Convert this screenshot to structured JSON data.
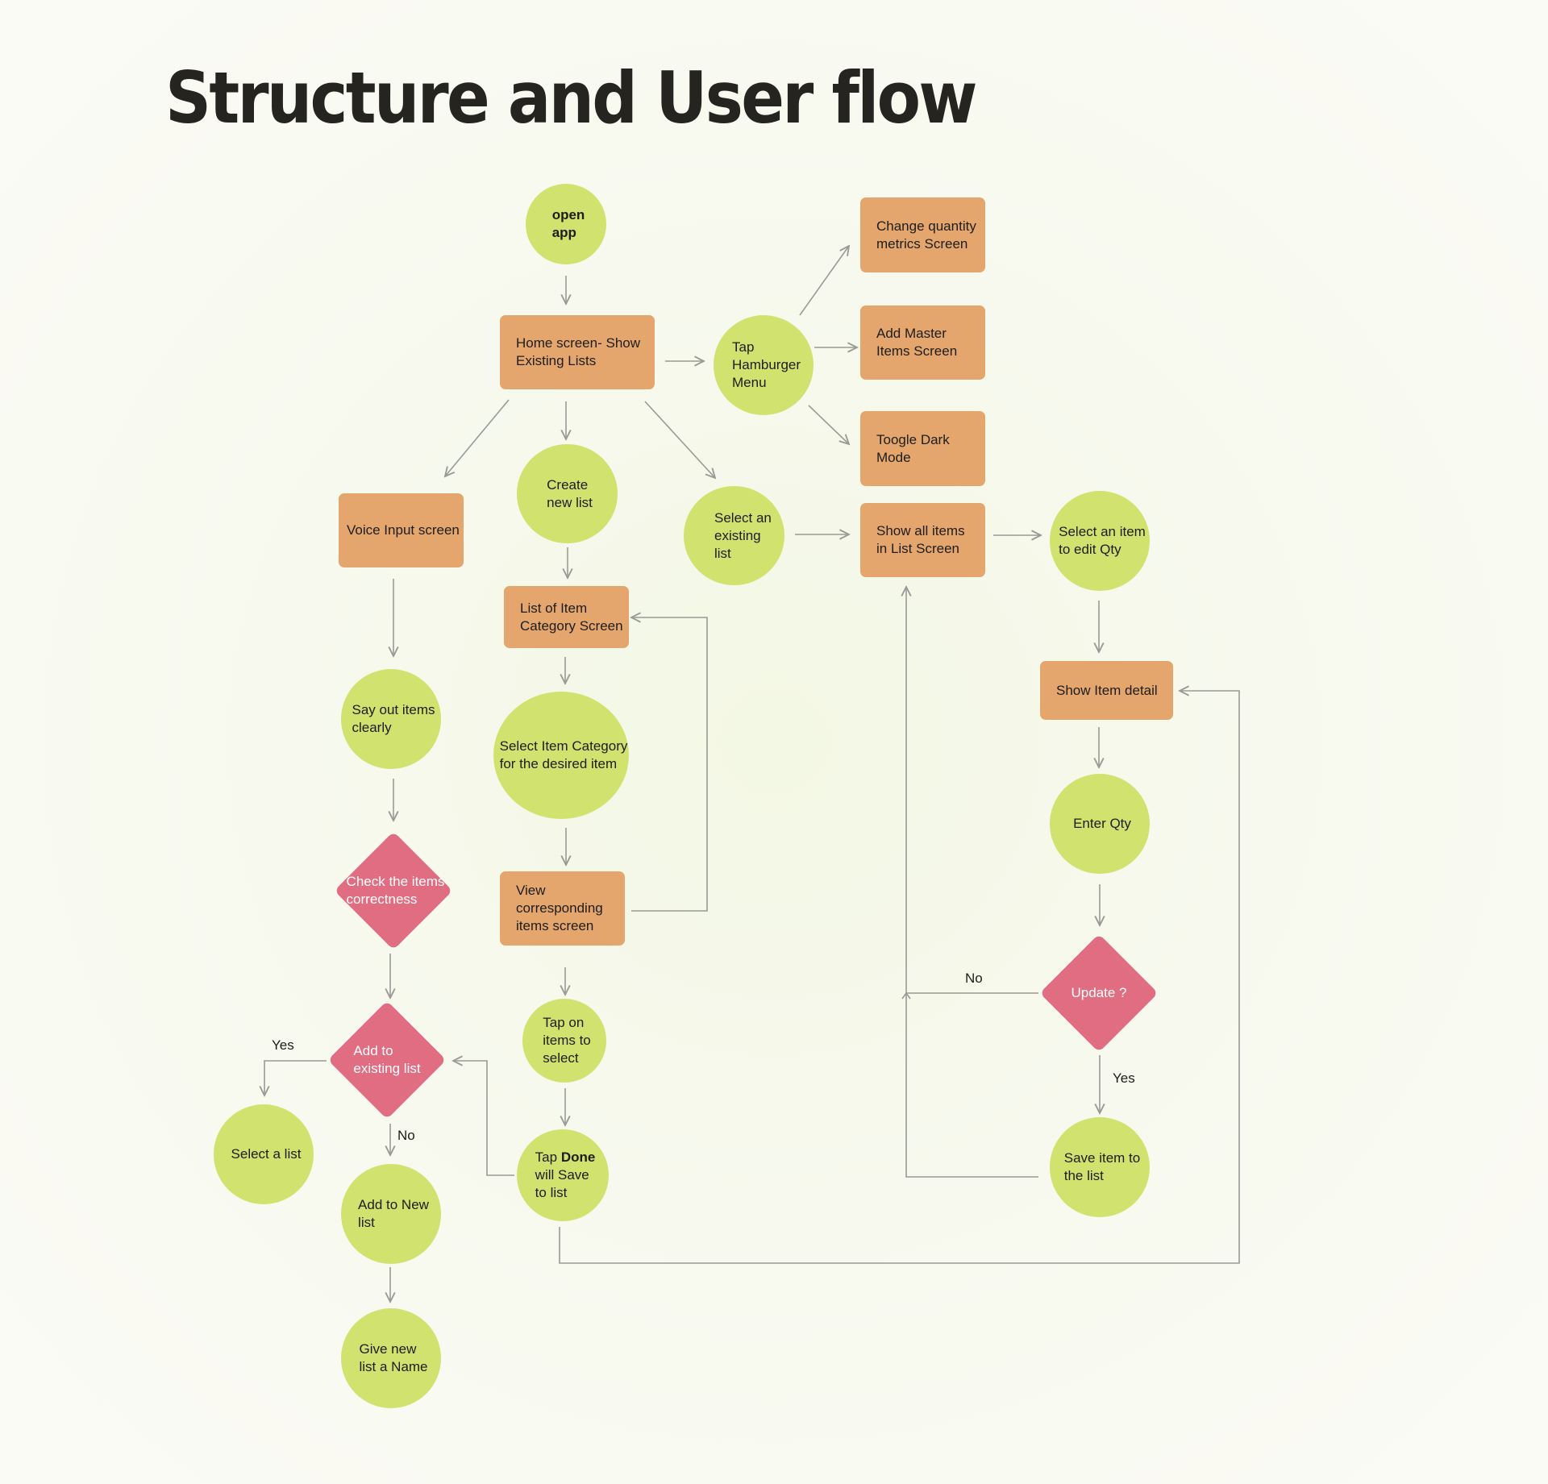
{
  "title": "Structure and User flow",
  "colors": {
    "screen": "#e4a66c",
    "action": "#d2e26f",
    "decision": "#e16d82",
    "connector": "#9a9a96",
    "text": "#1d1d1b"
  },
  "nodes": {
    "open_app": {
      "type": "action",
      "label": "open\napp"
    },
    "home_screen": {
      "type": "screen",
      "label": "Home screen- Show\nExisting Lists"
    },
    "tap_hamburger": {
      "type": "action",
      "label": "Tap\nHamburger\nMenu"
    },
    "change_qty_metrics": {
      "type": "screen",
      "label": "Change quantity\nmetrics Screen"
    },
    "add_master_items": {
      "type": "screen",
      "label": "Add Master\nItems Screen"
    },
    "toggle_dark_mode": {
      "type": "screen",
      "label": "Toogle Dark\nMode"
    },
    "voice_input": {
      "type": "screen",
      "label": "Voice Input screen"
    },
    "create_new_list": {
      "type": "action",
      "label": "Create\nnew list"
    },
    "select_existing_list": {
      "type": "action",
      "label": "Select  an\nexisting\nlist"
    },
    "show_all_items": {
      "type": "screen",
      "label": "Show all items\nin List Screen"
    },
    "select_item_edit_qty": {
      "type": "action",
      "label": "Select an item\nto edit Qty"
    },
    "list_item_category": {
      "type": "screen",
      "label": "List of Item\nCategory Screen"
    },
    "say_out_items": {
      "type": "action",
      "label": "Say out items\nclearly"
    },
    "select_item_category": {
      "type": "action",
      "label": "Select Item Category\nfor the desired item"
    },
    "show_item_detail": {
      "type": "screen",
      "label": "Show Item detail"
    },
    "enter_qty": {
      "type": "action",
      "label": "Enter Qty"
    },
    "check_correctness": {
      "type": "decision",
      "label": "Check the items\ncorrectness"
    },
    "view_corresponding": {
      "type": "screen",
      "label": "View\ncorresponding\nitems screen"
    },
    "update": {
      "type": "decision",
      "label": "Update ?"
    },
    "add_existing_list": {
      "type": "decision",
      "label": "Add to\nexisting list"
    },
    "tap_items_select": {
      "type": "action",
      "label": "Tap on\nitems to\nselect"
    },
    "select_a_list": {
      "type": "action",
      "label": "Select a list"
    },
    "tap_done": {
      "type": "action",
      "label_pre": "Tap ",
      "label_bold": "Done",
      "label_post": "\nwill Save\nto list"
    },
    "save_item": {
      "type": "action",
      "label": "Save item to\nthe list"
    },
    "add_new_list": {
      "type": "action",
      "label": "Add to New\nlist"
    },
    "give_name": {
      "type": "action",
      "label": "Give new\nlist a Name"
    }
  },
  "edge_labels": {
    "yes_select_list": "Yes",
    "no_new_list": "No",
    "no_update": "No",
    "yes_update": "Yes"
  },
  "edges": [
    [
      "open_app",
      "home_screen"
    ],
    [
      "home_screen",
      "tap_hamburger"
    ],
    [
      "tap_hamburger",
      "change_qty_metrics"
    ],
    [
      "tap_hamburger",
      "add_master_items"
    ],
    [
      "tap_hamburger",
      "toggle_dark_mode"
    ],
    [
      "home_screen",
      "voice_input"
    ],
    [
      "home_screen",
      "create_new_list"
    ],
    [
      "home_screen",
      "select_existing_list"
    ],
    [
      "select_existing_list",
      "show_all_items"
    ],
    [
      "show_all_items",
      "select_item_edit_qty"
    ],
    [
      "create_new_list",
      "list_item_category"
    ],
    [
      "voice_input",
      "say_out_items"
    ],
    [
      "list_item_category",
      "select_item_category"
    ],
    [
      "select_item_edit_qty",
      "show_item_detail"
    ],
    [
      "say_out_items",
      "check_correctness"
    ],
    [
      "select_item_category",
      "view_corresponding"
    ],
    [
      "view_corresponding",
      "list_item_category"
    ],
    [
      "show_item_detail",
      "enter_qty"
    ],
    [
      "enter_qty",
      "update"
    ],
    [
      "check_correctness",
      "add_existing_list"
    ],
    [
      "view_corresponding",
      "tap_items_select"
    ],
    [
      "tap_items_select",
      "tap_done"
    ],
    [
      "tap_done",
      "add_existing_list"
    ],
    [
      "tap_done",
      "show_item_detail"
    ],
    [
      "add_existing_list",
      "select_a_list",
      "Yes"
    ],
    [
      "add_existing_list",
      "add_new_list",
      "No"
    ],
    [
      "add_new_list",
      "give_name"
    ],
    [
      "update",
      "save_item",
      "Yes"
    ],
    [
      "update",
      "show_all_items",
      "No"
    ],
    [
      "save_item",
      "show_all_items"
    ]
  ]
}
